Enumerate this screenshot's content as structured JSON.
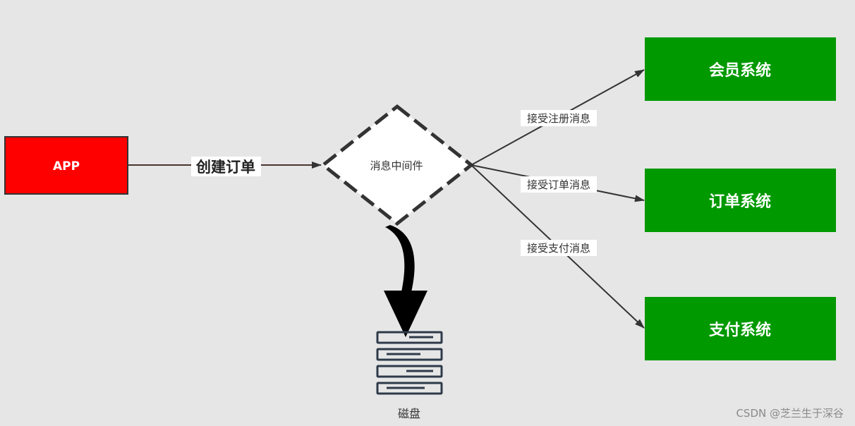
{
  "nodes": {
    "app": {
      "label": "APP",
      "fill": "#ff0000"
    },
    "broker": {
      "label": "消息中间件",
      "fill": "#ffffff"
    },
    "member": {
      "label": "会员系统",
      "fill": "#009900"
    },
    "order": {
      "label": "订单系统",
      "fill": "#009900"
    },
    "payment": {
      "label": "支付系统",
      "fill": "#009900"
    },
    "disk": {
      "label": "磁盘"
    }
  },
  "edges": {
    "create_order": "创建订单",
    "to_member": "接受注册消息",
    "to_order": "接受订单消息",
    "to_payment": "接受支付消息"
  },
  "watermark": "CSDN @芝兰生于深谷"
}
